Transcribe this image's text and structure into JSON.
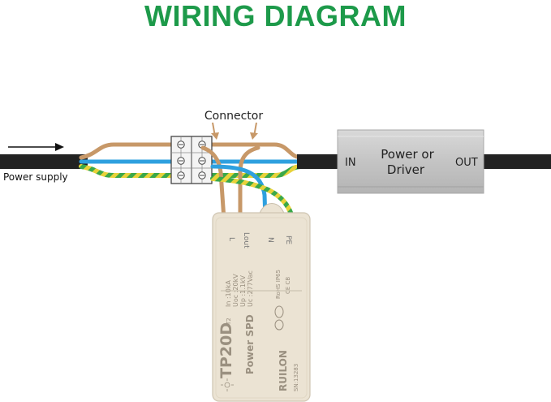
{
  "title": "WIRING DIAGRAM",
  "labels": {
    "connector": "Connector",
    "power_supply": "Power supply",
    "driver_in": "IN",
    "driver_name_line1": "Power or",
    "driver_name_line2": "Driver",
    "driver_out": "OUT"
  },
  "spd": {
    "terminals": [
      "L",
      "Lout",
      "N",
      "PE"
    ],
    "model": "TP20D",
    "model_suffix": "T2",
    "type": "Power SPD",
    "brand": "RUILON",
    "serial": "SN:13283",
    "specs": [
      "In  :10kA",
      "Uoc :20kV",
      "Up  :1.1kV",
      "Uc  :277Vac"
    ],
    "certs": [
      "RoHS IP65",
      "CE CB"
    ]
  },
  "colors": {
    "title": "#1d9a4a",
    "brown_wire": "#c79868",
    "blue_wire": "#2ea0df",
    "green_wire": "#3aa84a",
    "yellow_wire": "#e8d23a",
    "cable": "#222222",
    "driver_body": "#c9c9c9",
    "spd_body": "#ebe3d3"
  }
}
